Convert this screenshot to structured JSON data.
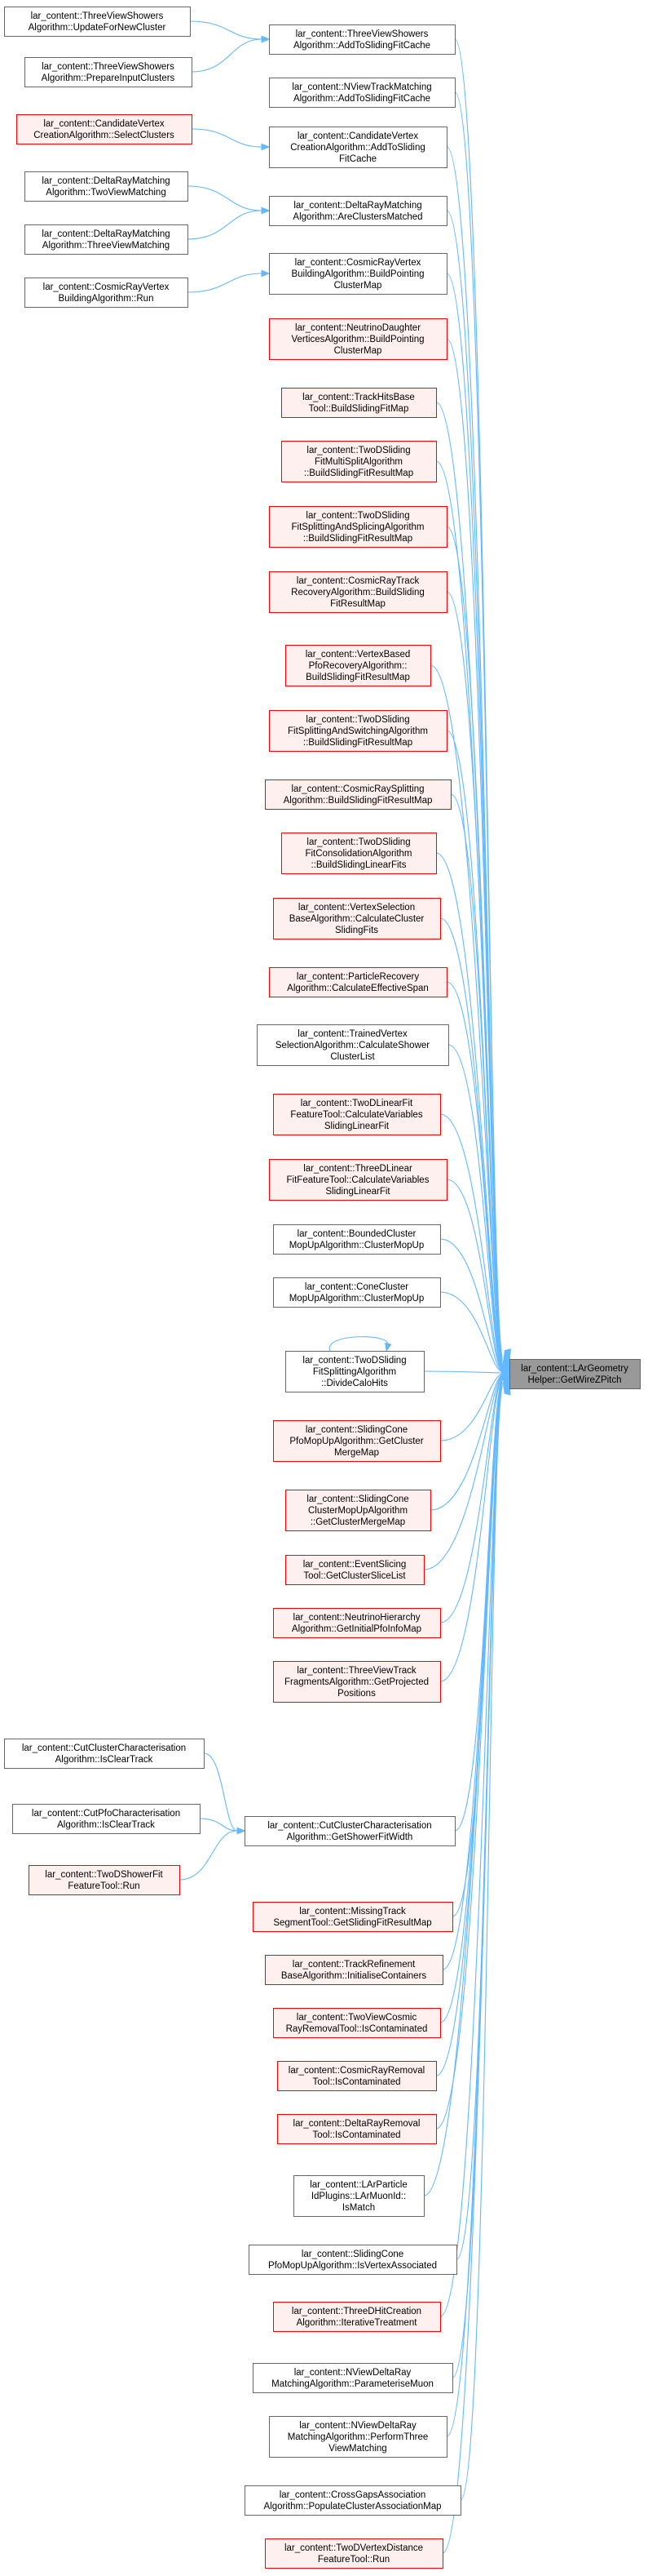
{
  "colors": {
    "edge": "#63b8ff",
    "node_border_default": "#666666",
    "node_border_red": "#ff0000",
    "node_fill_default": "#ffffff",
    "node_fill_red": "#fff0f0",
    "target_fill": "#999999",
    "target_border": "#666666"
  },
  "target": {
    "id": "target",
    "label": [
      "lar_content::LArGeometry",
      "Helper::GetWireZPitch"
    ]
  },
  "nodes": [
    {
      "id": "n1",
      "style": "default",
      "label": [
        "lar_content::ThreeViewShowers",
        "Algorithm::UpdateForNewCluster"
      ]
    },
    {
      "id": "n2",
      "style": "default",
      "label": [
        "lar_content::ThreeViewShowers",
        "Algorithm::PrepareInputClusters"
      ]
    },
    {
      "id": "n3",
      "style": "red",
      "label": [
        "lar_content::CandidateVertex",
        "CreationAlgorithm::SelectClusters"
      ]
    },
    {
      "id": "n4",
      "style": "default",
      "label": [
        "lar_content::DeltaRayMatching",
        "Algorithm::TwoViewMatching"
      ]
    },
    {
      "id": "n5",
      "style": "default",
      "label": [
        "lar_content::DeltaRayMatching",
        "Algorithm::ThreeViewMatching"
      ]
    },
    {
      "id": "n6",
      "style": "default",
      "label": [
        "lar_content::CosmicRayVertex",
        "BuildingAlgorithm::Run"
      ]
    },
    {
      "id": "m1",
      "style": "default",
      "label": [
        "lar_content::ThreeViewShowers",
        "Algorithm::AddToSlidingFitCache"
      ]
    },
    {
      "id": "m2",
      "style": "default",
      "label": [
        "lar_content::NViewTrackMatching",
        "Algorithm::AddToSlidingFitCache"
      ]
    },
    {
      "id": "m3",
      "style": "default",
      "label": [
        "lar_content::CandidateVertex",
        "CreationAlgorithm::AddToSliding",
        "FitCache"
      ]
    },
    {
      "id": "m4",
      "style": "default",
      "label": [
        "lar_content::DeltaRayMatching",
        "Algorithm::AreClustersMatched"
      ]
    },
    {
      "id": "m5",
      "style": "default",
      "label": [
        "lar_content::CosmicRayVertex",
        "BuildingAlgorithm::BuildPointing",
        "ClusterMap"
      ]
    },
    {
      "id": "m6",
      "style": "red",
      "label": [
        "lar_content::NeutrinoDaughter",
        "VerticesAlgorithm::BuildPointing",
        "ClusterMap"
      ]
    },
    {
      "id": "m7",
      "style": "red",
      "label": [
        "lar_content::TrackHitsBase",
        "Tool::BuildSlidingFitMap"
      ]
    },
    {
      "id": "m8",
      "style": "red",
      "label": [
        "lar_content::TwoDSliding",
        "FitMultiSplitAlgorithm",
        "::BuildSlidingFitResultMap"
      ]
    },
    {
      "id": "m9",
      "style": "red",
      "label": [
        "lar_content::TwoDSliding",
        "FitSplittingAndSplicingAlgorithm",
        "::BuildSlidingFitResultMap"
      ]
    },
    {
      "id": "m10",
      "style": "red",
      "label": [
        "lar_content::CosmicRayTrack",
        "RecoveryAlgorithm::BuildSliding",
        "FitResultMap"
      ]
    },
    {
      "id": "m11",
      "style": "red",
      "label": [
        "lar_content::VertexBased",
        "PfoRecoveryAlgorithm::",
        "BuildSlidingFitResultMap"
      ]
    },
    {
      "id": "m12",
      "style": "red",
      "label": [
        "lar_content::TwoDSliding",
        "FitSplittingAndSwitchingAlgorithm",
        "::BuildSlidingFitResultMap"
      ]
    },
    {
      "id": "m13",
      "style": "red",
      "label": [
        "lar_content::CosmicRaySplitting",
        "Algorithm::BuildSlidingFitResultMap"
      ]
    },
    {
      "id": "m14",
      "style": "red",
      "label": [
        "lar_content::TwoDSliding",
        "FitConsolidationAlgorithm",
        "::BuildSlidingLinearFits"
      ]
    },
    {
      "id": "m15",
      "style": "red",
      "label": [
        "lar_content::VertexSelection",
        "BaseAlgorithm::CalculateCluster",
        "SlidingFits"
      ]
    },
    {
      "id": "m16",
      "style": "red",
      "label": [
        "lar_content::ParticleRecovery",
        "Algorithm::CalculateEffectiveSpan"
      ]
    },
    {
      "id": "m17",
      "style": "default",
      "label": [
        "lar_content::TrainedVertex",
        "SelectionAlgorithm::CalculateShower",
        "ClusterList"
      ]
    },
    {
      "id": "m18",
      "style": "red",
      "label": [
        "lar_content::TwoDLinearFit",
        "FeatureTool::CalculateVariables",
        "SlidingLinearFit"
      ]
    },
    {
      "id": "m19",
      "style": "red",
      "label": [
        "lar_content::ThreeDLinear",
        "FitFeatureTool::CalculateVariables",
        "SlidingLinearFit"
      ]
    },
    {
      "id": "m20",
      "style": "default",
      "label": [
        "lar_content::BoundedCluster",
        "MopUpAlgorithm::ClusterMopUp"
      ]
    },
    {
      "id": "m21",
      "style": "default",
      "label": [
        "lar_content::ConeCluster",
        "MopUpAlgorithm::ClusterMopUp"
      ]
    },
    {
      "id": "m22",
      "style": "default",
      "label": [
        "lar_content::TwoDSliding",
        "FitSplittingAlgorithm",
        "::DivideCaloHits"
      ]
    },
    {
      "id": "m23",
      "style": "red",
      "label": [
        "lar_content::SlidingCone",
        "PfoMopUpAlgorithm::GetCluster",
        "MergeMap"
      ]
    },
    {
      "id": "m24",
      "style": "red",
      "label": [
        "lar_content::SlidingCone",
        "ClusterMopUpAlgorithm",
        "::GetClusterMergeMap"
      ]
    },
    {
      "id": "m25",
      "style": "red",
      "label": [
        "lar_content::EventSlicing",
        "Tool::GetClusterSliceList"
      ]
    },
    {
      "id": "m26",
      "style": "red",
      "label": [
        "lar_content::NeutrinoHierarchy",
        "Algorithm::GetInitialPfoInfoMap"
      ]
    },
    {
      "id": "m27",
      "style": "red",
      "label": [
        "lar_content::ThreeViewTrack",
        "FragmentsAlgorithm::GetProjected",
        "Positions"
      ]
    },
    {
      "id": "l1",
      "style": "default",
      "label": [
        "lar_content::CutClusterCharacterisation",
        "Algorithm::IsClearTrack"
      ]
    },
    {
      "id": "l2",
      "style": "default",
      "label": [
        "lar_content::CutPfoCharacterisation",
        "Algorithm::IsClearTrack"
      ]
    },
    {
      "id": "l3",
      "style": "red",
      "label": [
        "lar_content::TwoDShowerFit",
        "FeatureTool::Run"
      ]
    },
    {
      "id": "m28",
      "style": "default",
      "label": [
        "lar_content::CutClusterCharacterisation",
        "Algorithm::GetShowerFitWidth"
      ]
    },
    {
      "id": "m29",
      "style": "red",
      "label": [
        "lar_content::MissingTrack",
        "SegmentTool::GetSlidingFitResultMap"
      ]
    },
    {
      "id": "m30",
      "style": "red",
      "label": [
        "lar_content::TrackRefinement",
        "BaseAlgorithm::InitialiseContainers"
      ]
    },
    {
      "id": "m31",
      "style": "red",
      "label": [
        "lar_content::TwoViewCosmic",
        "RayRemovalTool::IsContaminated"
      ]
    },
    {
      "id": "m32",
      "style": "red",
      "label": [
        "lar_content::CosmicRayRemoval",
        "Tool::IsContaminated"
      ]
    },
    {
      "id": "m33",
      "style": "red",
      "label": [
        "lar_content::DeltaRayRemoval",
        "Tool::IsContaminated"
      ]
    },
    {
      "id": "m34",
      "style": "default",
      "label": [
        "lar_content::LArParticle",
        "IdPlugins::LArMuonId::",
        "IsMatch"
      ]
    },
    {
      "id": "m35",
      "style": "default",
      "label": [
        "lar_content::SlidingCone",
        "PfoMopUpAlgorithm::IsVertexAssociated"
      ]
    },
    {
      "id": "m36",
      "style": "red",
      "label": [
        "lar_content::ThreeDHitCreation",
        "Algorithm::IterativeTreatment"
      ]
    },
    {
      "id": "m37",
      "style": "default",
      "label": [
        "lar_content::NViewDeltaRay",
        "MatchingAlgorithm::ParameteriseMuon"
      ]
    },
    {
      "id": "m38",
      "style": "default",
      "label": [
        "lar_content::NViewDeltaRay",
        "MatchingAlgorithm::PerformThree",
        "ViewMatching"
      ]
    },
    {
      "id": "m39",
      "style": "default",
      "label": [
        "lar_content::CrossGapsAssociation",
        "Algorithm::PopulateClusterAssociationMap"
      ]
    },
    {
      "id": "m40",
      "style": "red",
      "label": [
        "lar_content::TwoDVertexDistance",
        "FeatureTool::Run"
      ]
    }
  ],
  "edges": [
    [
      "n1",
      "m1"
    ],
    [
      "n2",
      "m1"
    ],
    [
      "n3",
      "m3"
    ],
    [
      "n4",
      "m4"
    ],
    [
      "n5",
      "m4"
    ],
    [
      "n6",
      "m5"
    ],
    [
      "l1",
      "m28"
    ],
    [
      "l2",
      "m28"
    ],
    [
      "l3",
      "m28"
    ]
  ]
}
